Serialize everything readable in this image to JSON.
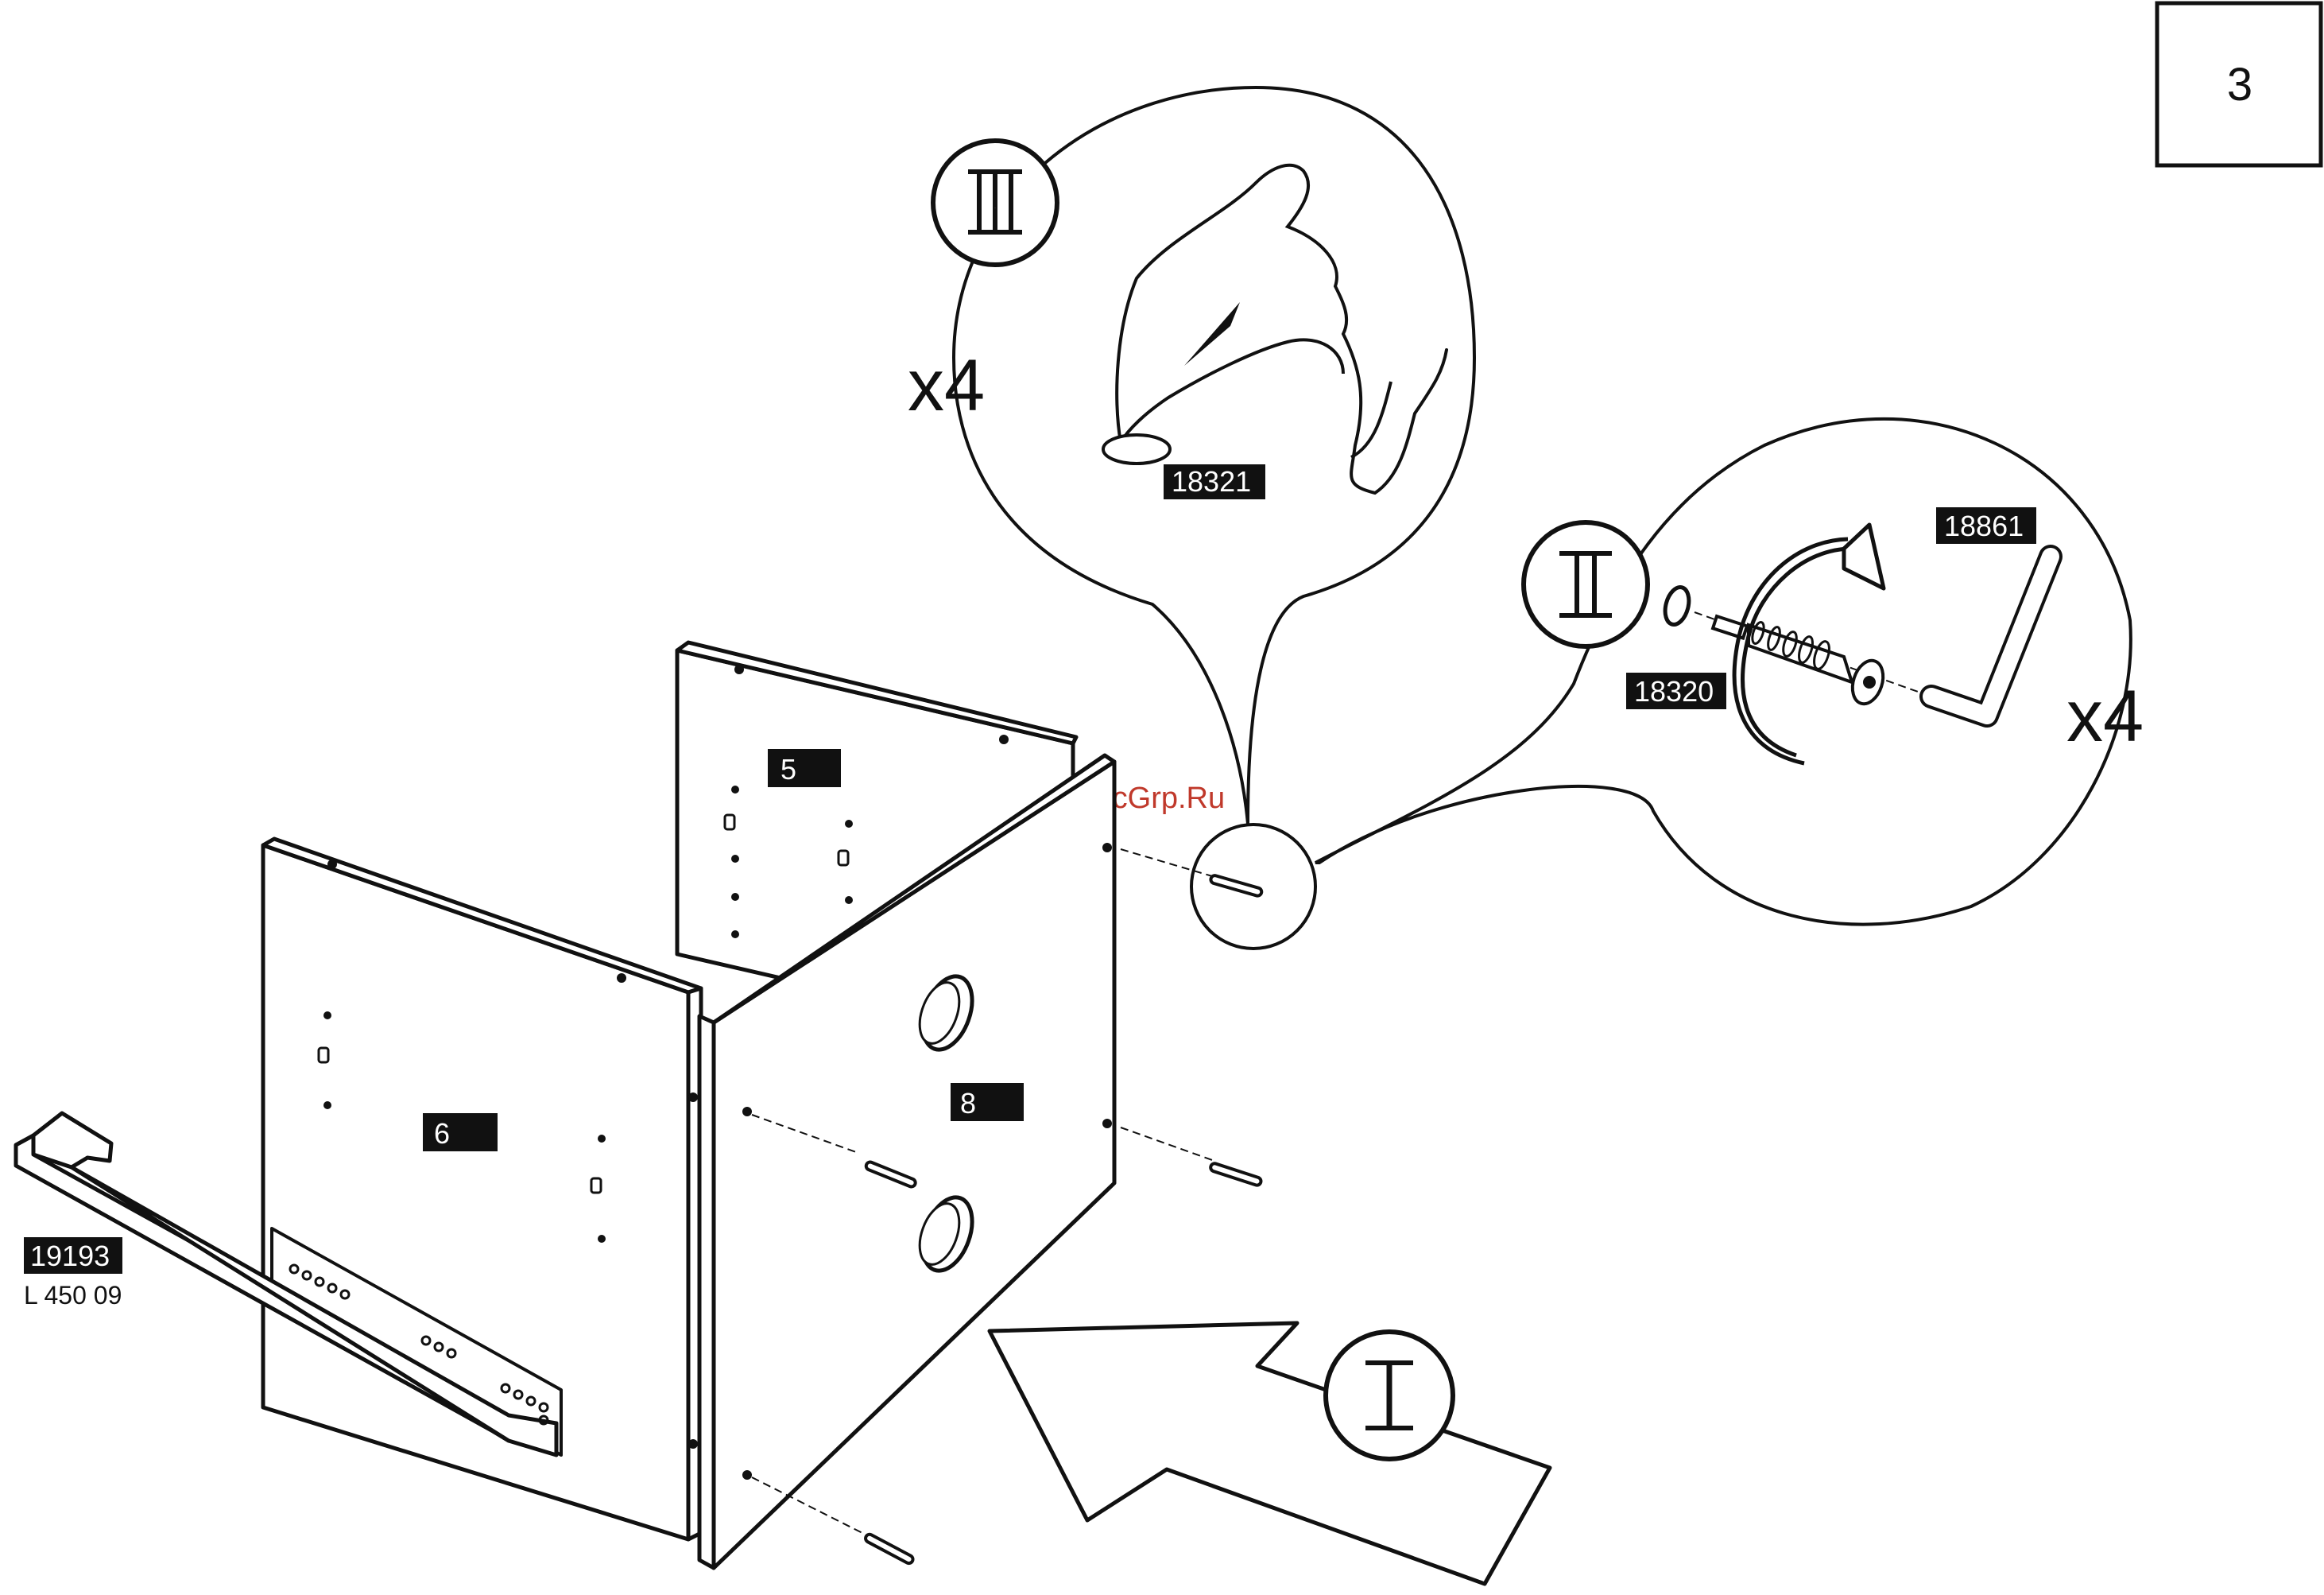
{
  "page": {
    "step_number": "3",
    "watermark": "McGrp.Ru"
  },
  "steps": {
    "step1": "I",
    "step2": "II",
    "step3": "III"
  },
  "parts": {
    "p5": "5",
    "p6": "6",
    "p8": "8",
    "slide_code": "19193",
    "slide_sub": "L 450 09",
    "glide": "18321",
    "connector": "18320",
    "hex_key": "18861"
  },
  "quantities": {
    "glides": "x4",
    "connectors": "x4"
  }
}
